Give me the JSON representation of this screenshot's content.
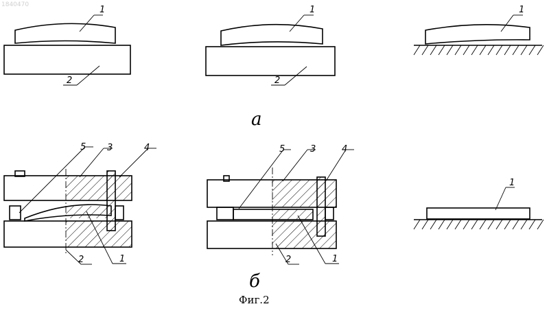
{
  "watermark": "1840470",
  "panel_a_label": "а",
  "panel_b_label": "б",
  "caption": "Фиг.2",
  "callouts": {
    "part": "1",
    "base": "2",
    "upper_plate": "3",
    "pin": "4",
    "spacer": "5"
  }
}
